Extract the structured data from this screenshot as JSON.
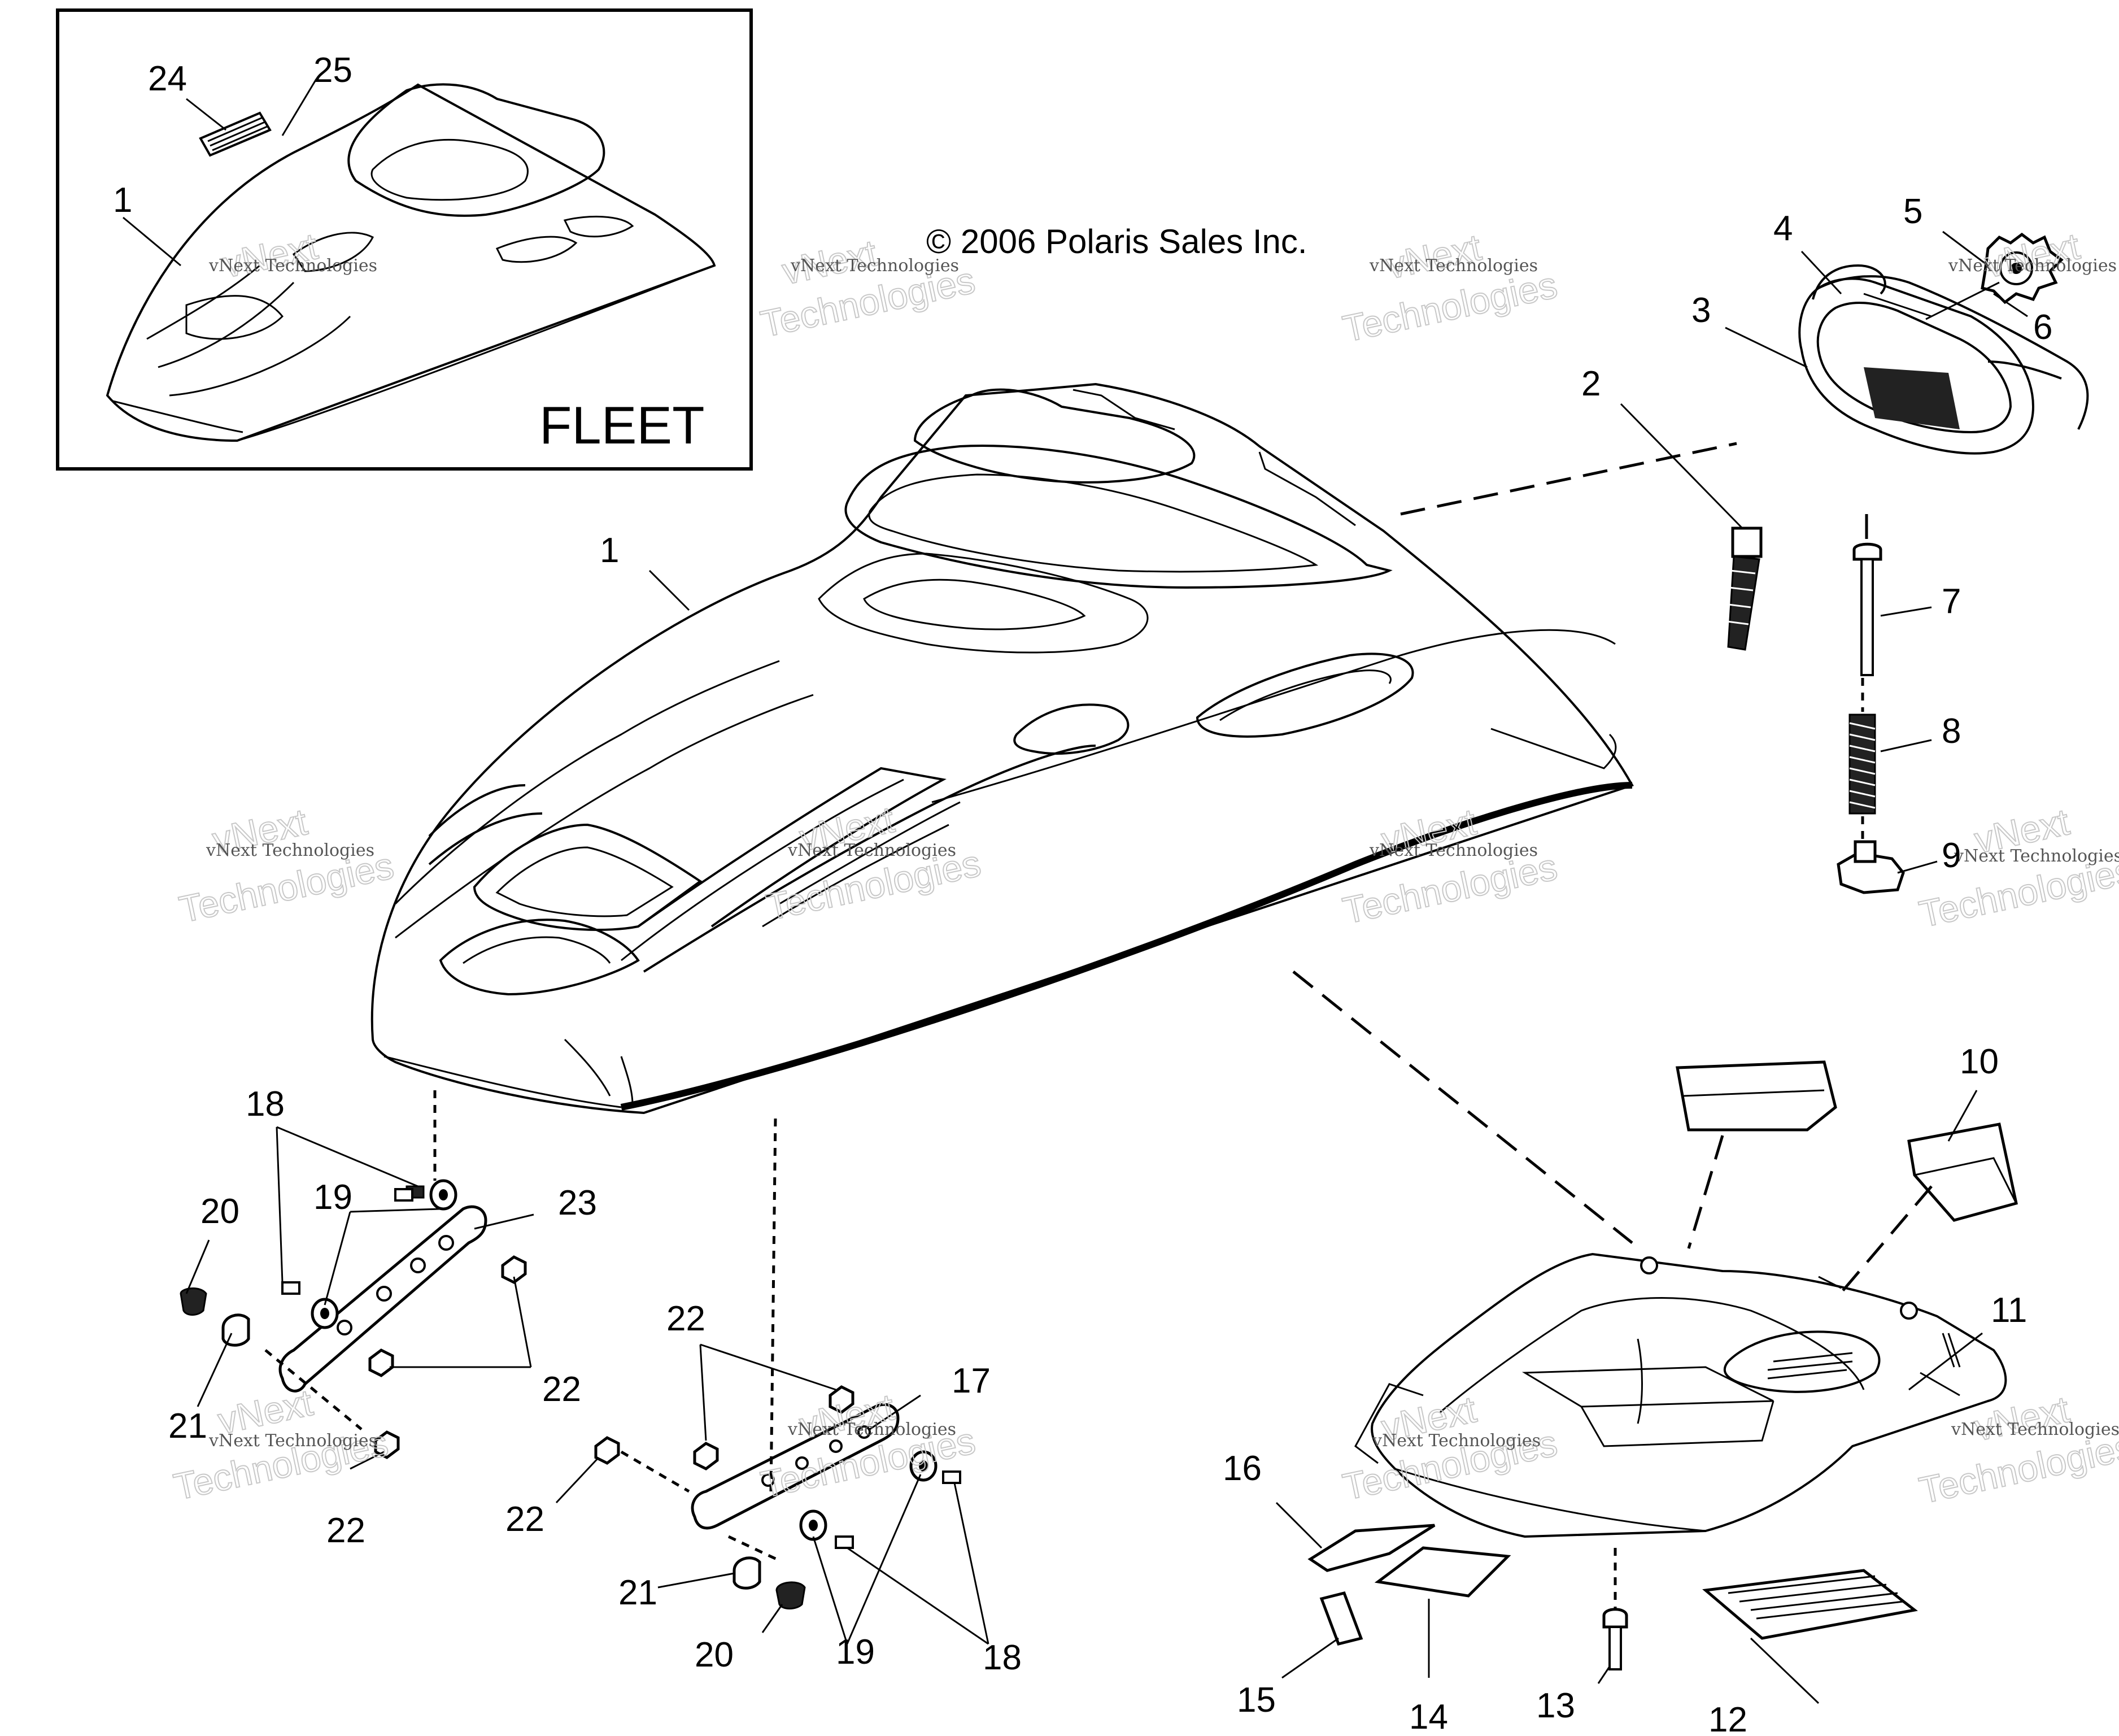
{
  "copyright": "© 2006 Polaris Sales Inc.",
  "inset_label": "FLEET",
  "watermark": {
    "line1": "vNext Technologies",
    "line2": "vNext",
    "line3": "Technologies"
  },
  "callouts": {
    "c1": "1",
    "c1_inset": "1",
    "c2": "2",
    "c3": "3",
    "c4": "4",
    "c5": "5",
    "c6": "6",
    "c7": "7",
    "c8": "8",
    "c9": "9",
    "c10": "10",
    "c11": "11",
    "c12": "12",
    "c13": "13",
    "c14": "14",
    "c15": "15",
    "c16": "16",
    "c17": "17",
    "c18a": "18",
    "c18b": "18",
    "c19a": "19",
    "c19b": "19",
    "c20a": "20",
    "c20b": "20",
    "c21a": "21",
    "c21b": "21",
    "c22a": "22",
    "c22b": "22",
    "c22c": "22",
    "c22d": "22",
    "c23": "23",
    "c24": "24",
    "c25": "25"
  }
}
